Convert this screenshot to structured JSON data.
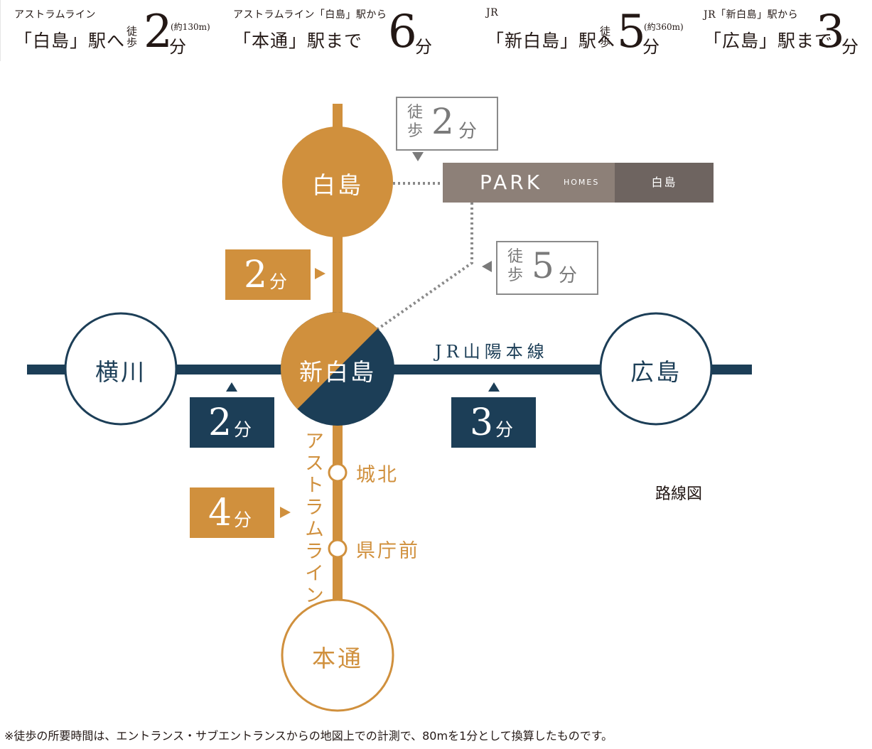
{
  "header": [
    {
      "small": "アストラムライン",
      "main": "「白島」駅へ",
      "walk": "徒歩",
      "minutes": "2",
      "unit": "分",
      "dist": "(約130m)"
    },
    {
      "small": "アストラムライン「白島」駅から",
      "main": "「本通」駅まで",
      "walk": "",
      "minutes": "6",
      "unit": "分",
      "dist": ""
    },
    {
      "small": "JR",
      "main": "「新白島」駅へ",
      "walk": "徒歩",
      "minutes": "5",
      "unit": "分",
      "dist": "(約360m)"
    },
    {
      "small": "JR「新白島」駅から",
      "main": "「広島」駅まで",
      "walk": "",
      "minutes": "3",
      "unit": "分",
      "dist": ""
    }
  ],
  "stations": {
    "hakushima": "白島",
    "shinhakushima": "新白島",
    "yokogawa": "横川",
    "hiroshima": "広島",
    "hondori": "本通",
    "johoku": "城北",
    "kenchomae": "県庁前"
  },
  "lines": {
    "jr": "JR山陽本線",
    "astram": "アストラムライン"
  },
  "times": {
    "hakushima_shinhakushima": {
      "n": "2",
      "u": "分"
    },
    "yokogawa_shinhakushima": {
      "n": "2",
      "u": "分"
    },
    "shinhakushima_hiroshima": {
      "n": "3",
      "u": "分"
    },
    "shinhakushima_hondori": {
      "n": "4",
      "u": "分"
    }
  },
  "walks": {
    "to_hakushima": {
      "w": "徒歩",
      "n": "2",
      "u": "分"
    },
    "to_shinhakushima": {
      "w": "徒歩",
      "n": "5",
      "u": "分"
    }
  },
  "property": {
    "brand": "PARK",
    "brand_sub": "HOMES",
    "name": "白島"
  },
  "legend": "路線図",
  "footnote": "※徒歩の所要時間は、エントランス・サブエントランスからの地図上での計測で、80mを1分として換算したものです。",
  "colors": {
    "astram": "#d0903d",
    "jr": "#1c3e57",
    "walk_path": "#8a8a8a",
    "park_left": "#8d8078",
    "park_right": "#6e6460"
  }
}
